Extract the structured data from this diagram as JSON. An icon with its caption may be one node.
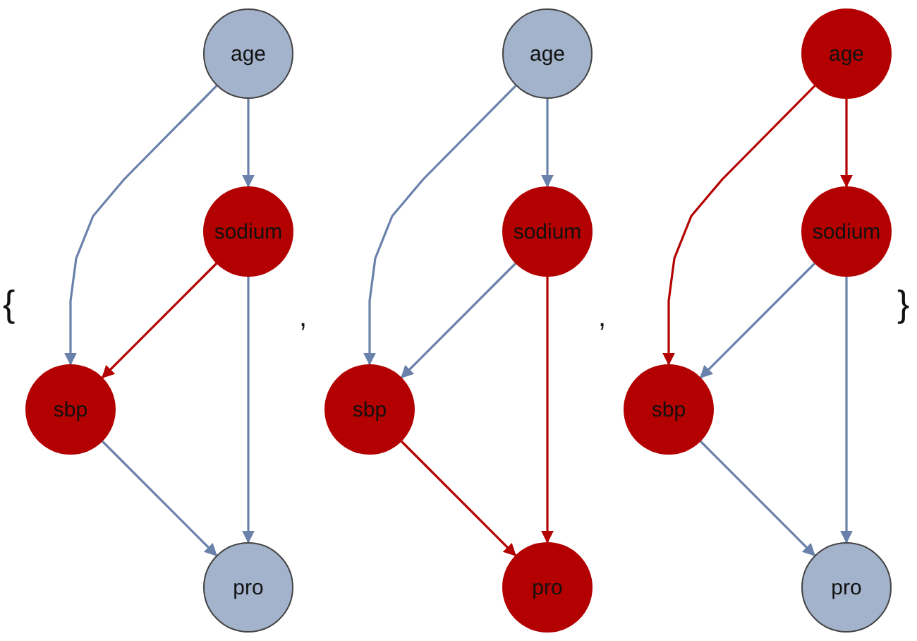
{
  "diagram": {
    "nodes": [
      {
        "text": [
          "age"
        ]
      },
      {
        "text": [
          "sodium"
        ]
      },
      {
        "text": [
          "sbp"
        ]
      },
      {
        "text": [
          "pro"
        ]
      },
      {
        "text": [
          "age"
        ]
      },
      {
        "text": [
          "sodium"
        ]
      },
      {
        "text": [
          "sbp"
        ]
      },
      {
        "text": [
          "pro"
        ]
      },
      {
        "text": [
          "age"
        ]
      },
      {
        "text": [
          "sodium"
        ]
      },
      {
        "text": [
          "sbp"
        ]
      },
      {
        "text": [
          "pro"
        ]
      }
    ],
    "edges": [
      {
        "from": 0,
        "to": 1,
        "arrow": "to"
      },
      {
        "from": 0,
        "to": 2,
        "arrow": "to"
      },
      {
        "from": 1,
        "to": 2,
        "arrow": "to",
        "color": "#b30000"
      },
      {
        "from": 1,
        "to": 3,
        "arrow": "to"
      },
      {
        "from": 2,
        "to": 3,
        "arrow": "to"
      },
      {
        "from": 4,
        "to": 5,
        "arrow": "to"
      },
      {
        "from": 4,
        "to": 6,
        "arrow": "to"
      },
      {
        "from": 5,
        "to": 6,
        "arrow": "to"
      },
      {
        "from": 5,
        "to": 7,
        "arrow": "to",
        "color": "#b30000"
      },
      {
        "from": 6,
        "to": 7,
        "arrow": "to",
        "color": "#b30000"
      },
      {
        "from": 8,
        "to": 9,
        "arrow": "to",
        "color": "#b30000"
      },
      {
        "from": 8,
        "to": 10,
        "arrow": "to",
        "color": "#b30000"
      },
      {
        "from": 9,
        "to": 10,
        "arrow": "to"
      },
      {
        "from": 9,
        "to": 11,
        "arrow": "to"
      },
      {
        "from": 10,
        "to": 11,
        "arrow": "to"
      }
    ],
    "labels": [
      "{",
      ",",
      ",",
      "}"
    ]
  }
}
